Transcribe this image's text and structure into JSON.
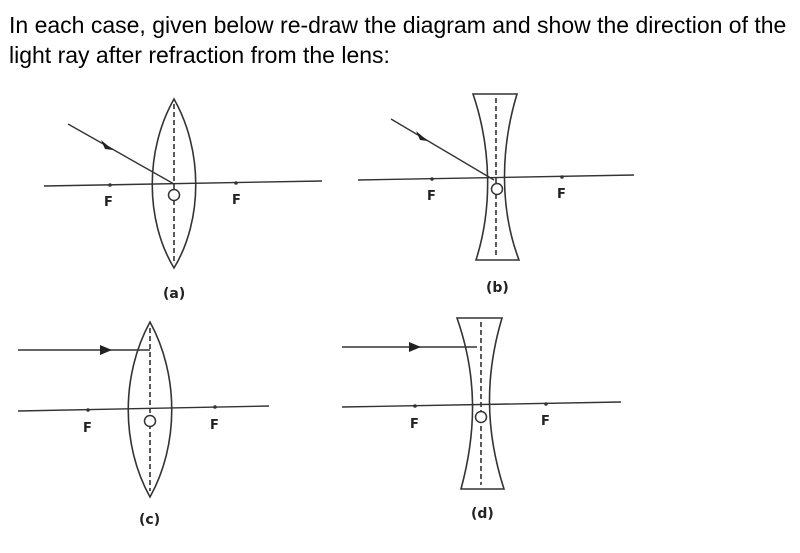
{
  "question": "In each case, given below re-draw the diagram and show the direction of the light ray after refraction from the lens:",
  "diagrams": [
    {
      "caption": "(a)",
      "lens": "convex",
      "left_focus": "F",
      "right_focus": "F"
    },
    {
      "caption": "(b)",
      "lens": "concave",
      "left_focus": "F",
      "right_focus": "F"
    },
    {
      "caption": "(c)",
      "lens": "convex",
      "left_focus": "F",
      "right_focus": "F"
    },
    {
      "caption": "(d)",
      "lens": "concave",
      "left_focus": "F",
      "right_focus": "F"
    }
  ]
}
